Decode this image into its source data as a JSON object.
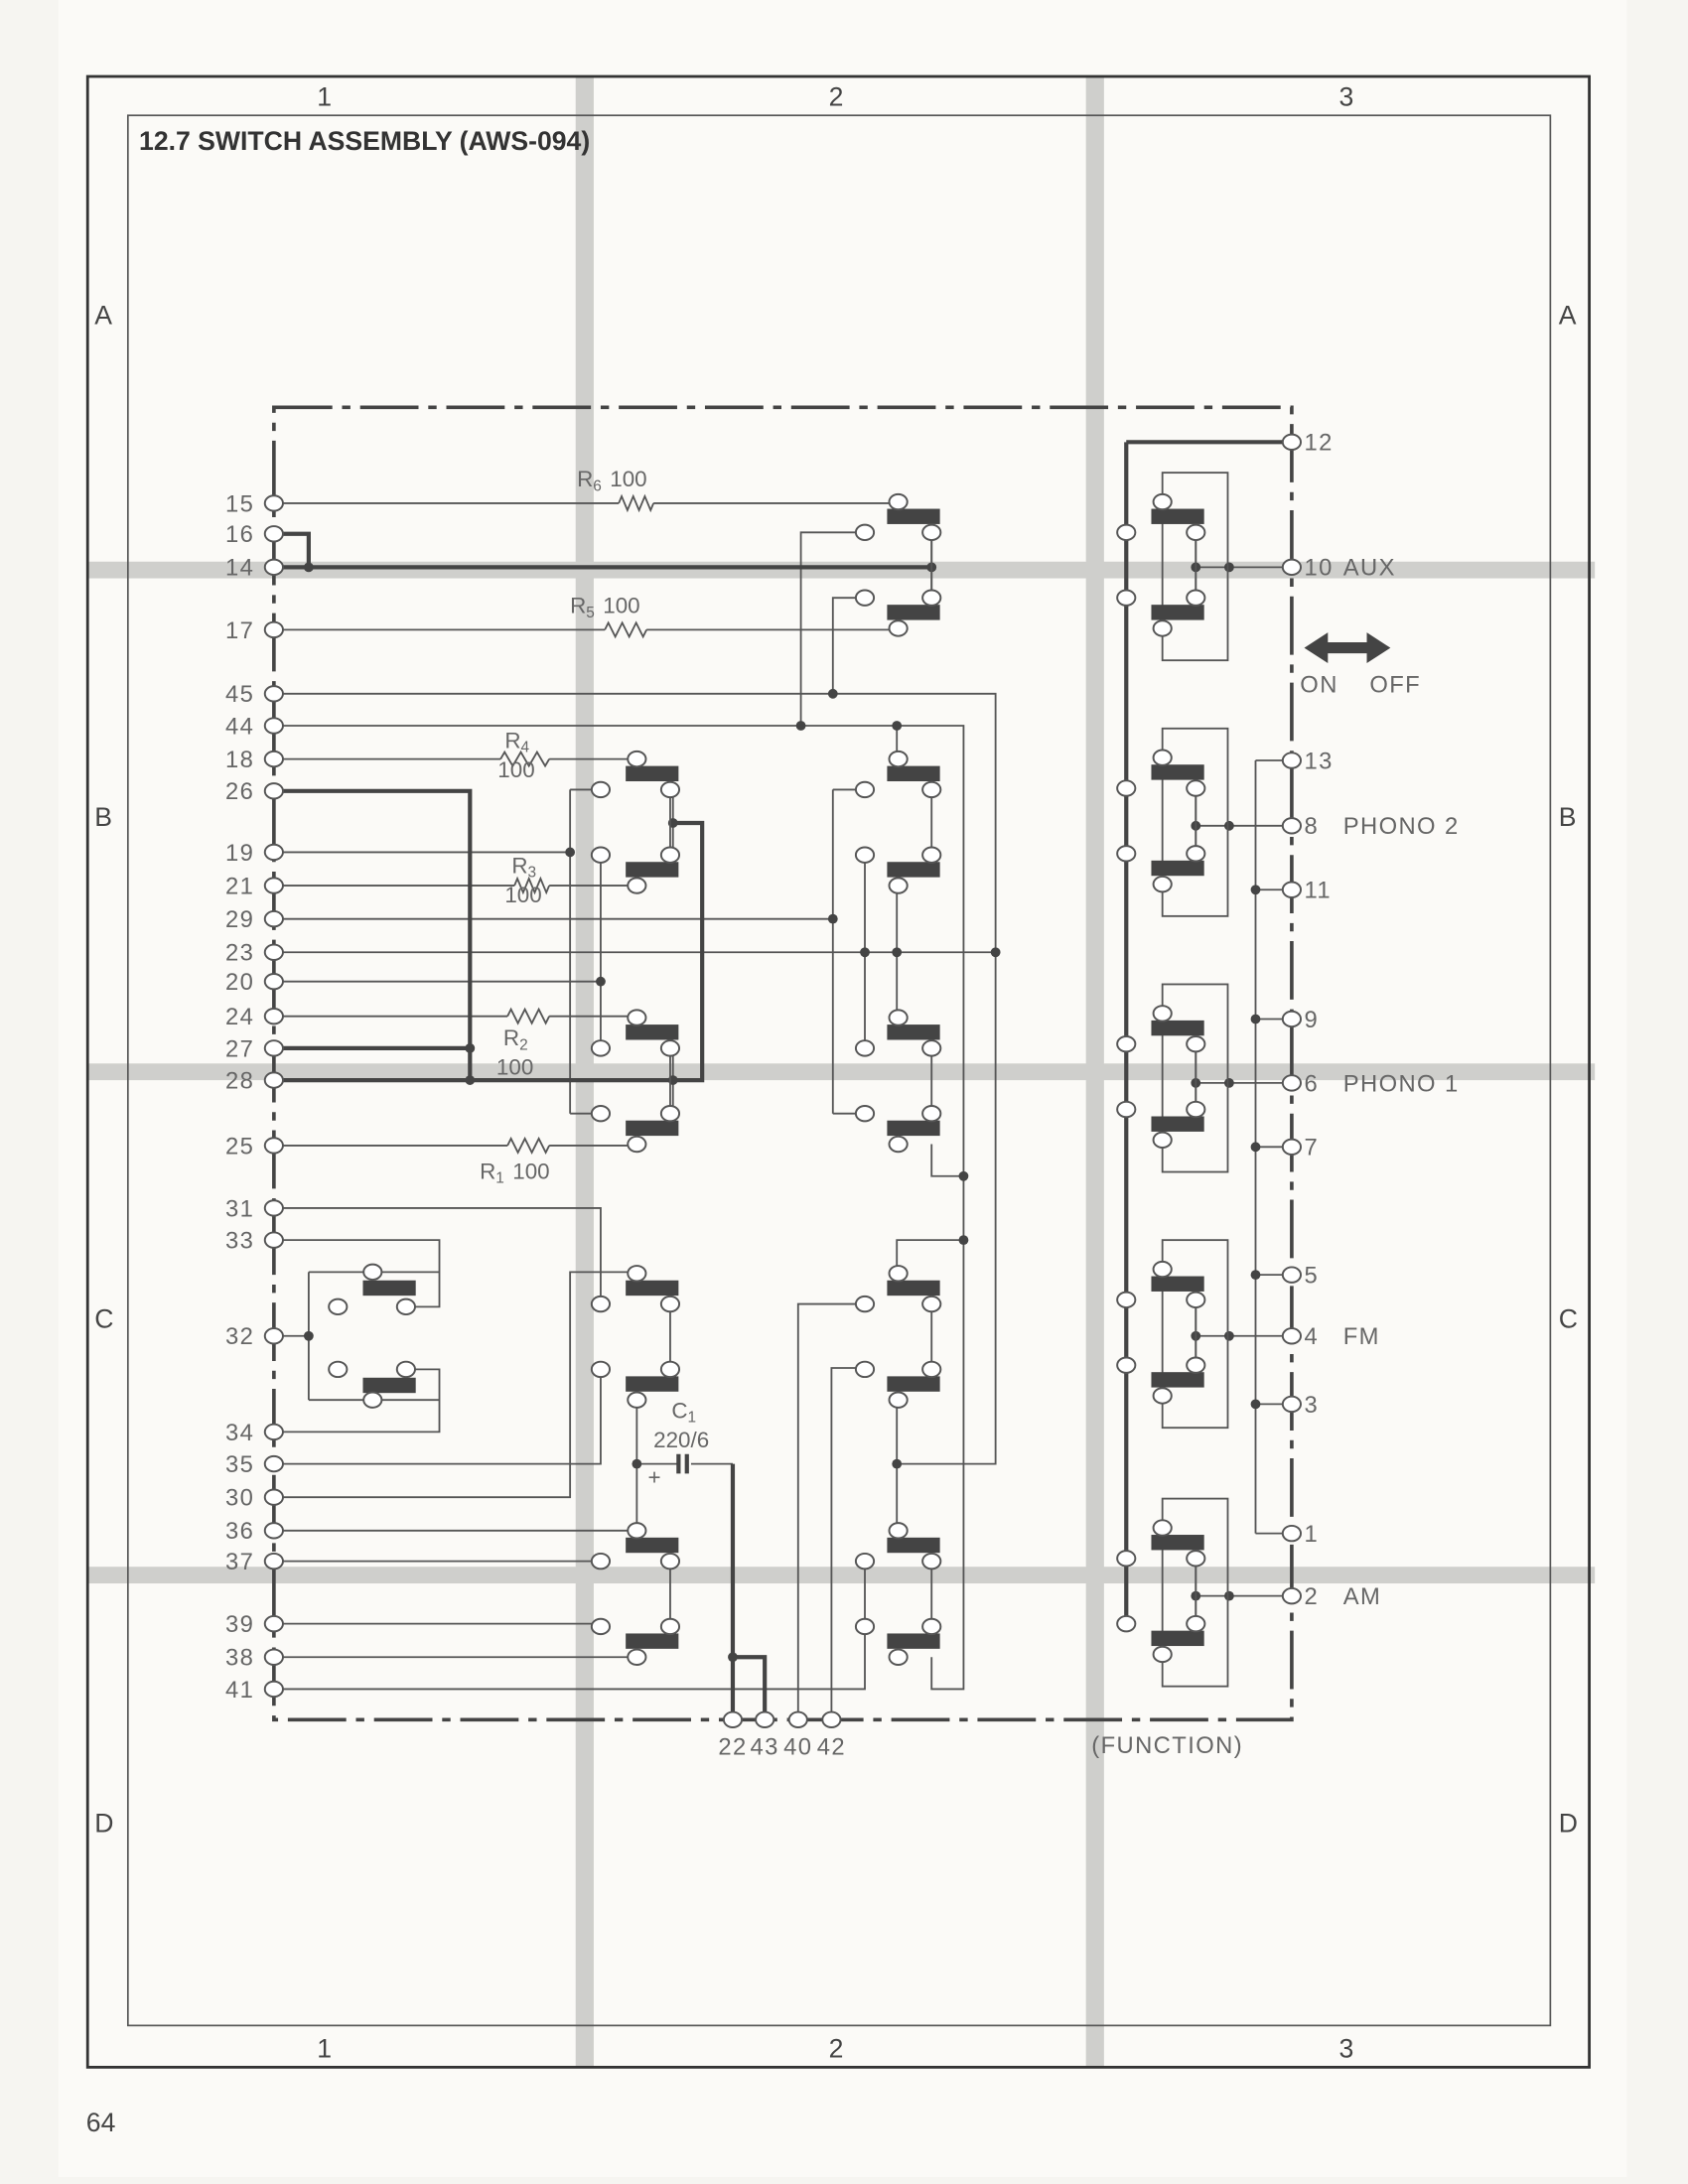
{
  "page_number": "64",
  "title": "12.7  SWITCH ASSEMBLY (AWS-094)",
  "grid": {
    "columns": [
      "1",
      "2",
      "3"
    ],
    "rows": [
      "A",
      "B",
      "C",
      "D"
    ]
  },
  "left_pins": [
    "15",
    "16",
    "14",
    "17",
    "45",
    "44",
    "18",
    "26",
    "19",
    "21",
    "29",
    "23",
    "20",
    "24",
    "27",
    "28",
    "25",
    "31",
    "33",
    "32",
    "34",
    "35",
    "30",
    "36",
    "37",
    "39",
    "38",
    "41"
  ],
  "bottom_pins": [
    "22",
    "43",
    "40",
    "42"
  ],
  "right_pins": [
    {
      "num": "12",
      "name": ""
    },
    {
      "num": "10",
      "name": "AUX"
    },
    {
      "num": "13",
      "name": ""
    },
    {
      "num": "8",
      "name": "PHONO 2"
    },
    {
      "num": "11",
      "name": ""
    },
    {
      "num": "9",
      "name": ""
    },
    {
      "num": "6",
      "name": "PHONO 1"
    },
    {
      "num": "7",
      "name": ""
    },
    {
      "num": "5",
      "name": ""
    },
    {
      "num": "4",
      "name": "FM"
    },
    {
      "num": "3",
      "name": ""
    },
    {
      "num": "1",
      "name": ""
    },
    {
      "num": "2",
      "name": "AM"
    }
  ],
  "components": [
    {
      "letter": "R",
      "sub": "6",
      "value": "100"
    },
    {
      "letter": "R",
      "sub": "5",
      "value": "100"
    },
    {
      "letter": "R",
      "sub": "4",
      "value": "100"
    },
    {
      "letter": "R",
      "sub": "3",
      "value": "100"
    },
    {
      "letter": "R",
      "sub": "2",
      "value": "100"
    },
    {
      "letter": "R",
      "sub": "1",
      "value": "100"
    },
    {
      "letter": "C",
      "sub": "1",
      "value": "220/6",
      "polarity": "+"
    }
  ],
  "switch_direction": {
    "on": "ON",
    "off": "OFF",
    "icon": "double-arrow-icon"
  },
  "function_label": "(FUNCTION)"
}
